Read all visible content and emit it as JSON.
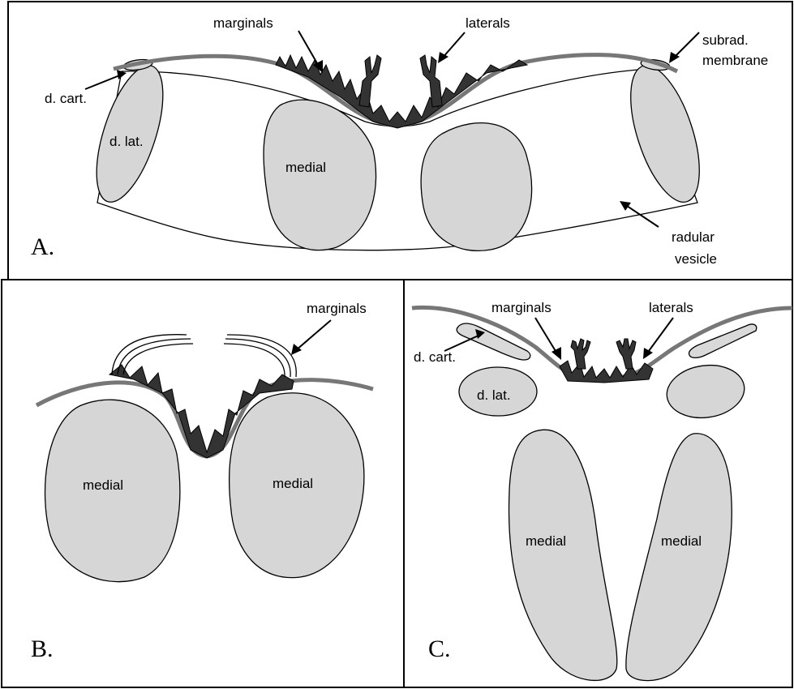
{
  "panels": {
    "a": {
      "letter": "A.",
      "labels": {
        "marginals": "marginals",
        "laterals": "laterals",
        "subrad_line1": "subrad.",
        "subrad_line2": "membrane",
        "d_cart": "d. cart.",
        "d_lat": "d. lat.",
        "medial": "medial",
        "radular_line1": "radular",
        "radular_line2": "vesicle"
      }
    },
    "b": {
      "letter": "B.",
      "labels": {
        "marginals": "marginals",
        "medial_left": "medial",
        "medial_right": "medial"
      }
    },
    "c": {
      "letter": "C.",
      "labels": {
        "marginals": "marginals",
        "laterals": "laterals",
        "d_cart": "d. cart.",
        "d_lat": "d. lat.",
        "medial_left": "medial",
        "medial_right": "medial"
      }
    }
  },
  "colors": {
    "cartilage_fill": "#d6d6d6",
    "membrane": "#777777",
    "teeth": "#333333"
  }
}
